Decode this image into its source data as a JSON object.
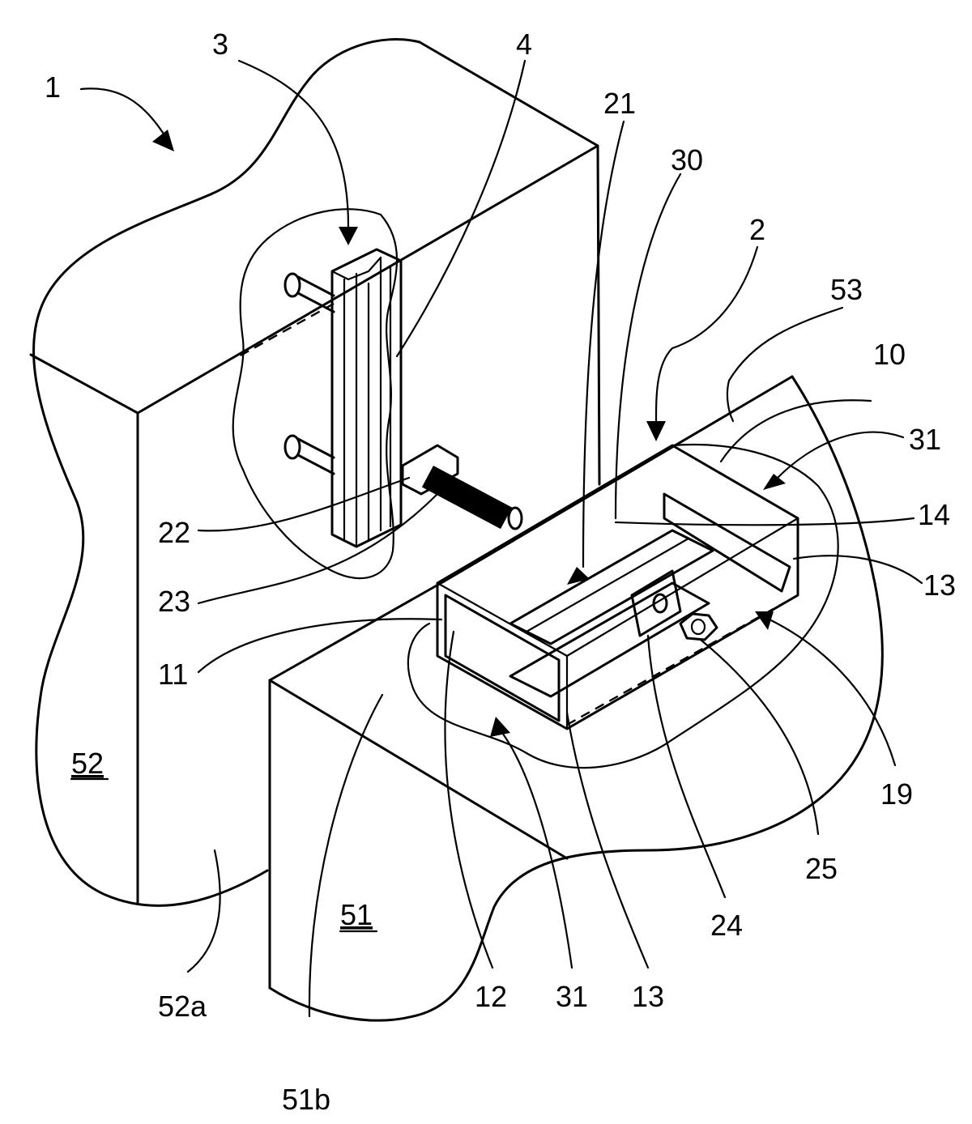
{
  "figure": {
    "labels": [
      {
        "id": "l1",
        "text": "1"
      },
      {
        "id": "l3",
        "text": "3"
      },
      {
        "id": "l4",
        "text": "4"
      },
      {
        "id": "l21",
        "text": "21"
      },
      {
        "id": "l30",
        "text": "30"
      },
      {
        "id": "l2",
        "text": "2"
      },
      {
        "id": "l53",
        "text": "53"
      },
      {
        "id": "l10",
        "text": "10"
      },
      {
        "id": "l31a",
        "text": "31"
      },
      {
        "id": "l14",
        "text": "14"
      },
      {
        "id": "l13a",
        "text": "13"
      },
      {
        "id": "l22",
        "text": "22"
      },
      {
        "id": "l23",
        "text": "23"
      },
      {
        "id": "l11",
        "text": "11"
      },
      {
        "id": "l19",
        "text": "19"
      },
      {
        "id": "l52",
        "text": "52"
      },
      {
        "id": "l25",
        "text": "25"
      },
      {
        "id": "l24",
        "text": "24"
      },
      {
        "id": "l51",
        "text": "51"
      },
      {
        "id": "l52a",
        "text": "52a"
      },
      {
        "id": "l12",
        "text": "12"
      },
      {
        "id": "l31b",
        "text": "31"
      },
      {
        "id": "l13b",
        "text": "13"
      },
      {
        "id": "l51b",
        "text": "51b"
      }
    ]
  }
}
